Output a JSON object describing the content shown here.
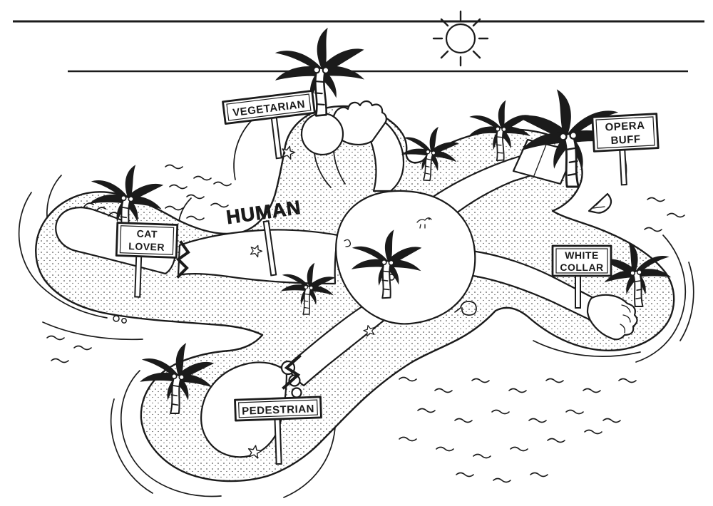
{
  "signs": {
    "vegetarian": {
      "label": "VEGETARIAN"
    },
    "opera_buff": {
      "line1": "OPERA",
      "line2": "BUFF"
    },
    "cat_lover": {
      "line1": "CAT",
      "line2": "LOVER"
    },
    "human": {
      "label": "HUMAN"
    },
    "white_collar": {
      "line1": "WHITE",
      "line2": "COLLAR"
    },
    "pedestrian": {
      "label": "PEDESTRIAN"
    }
  },
  "colors": {
    "ink": "#1b1b1b",
    "paper": "#ffffff"
  }
}
